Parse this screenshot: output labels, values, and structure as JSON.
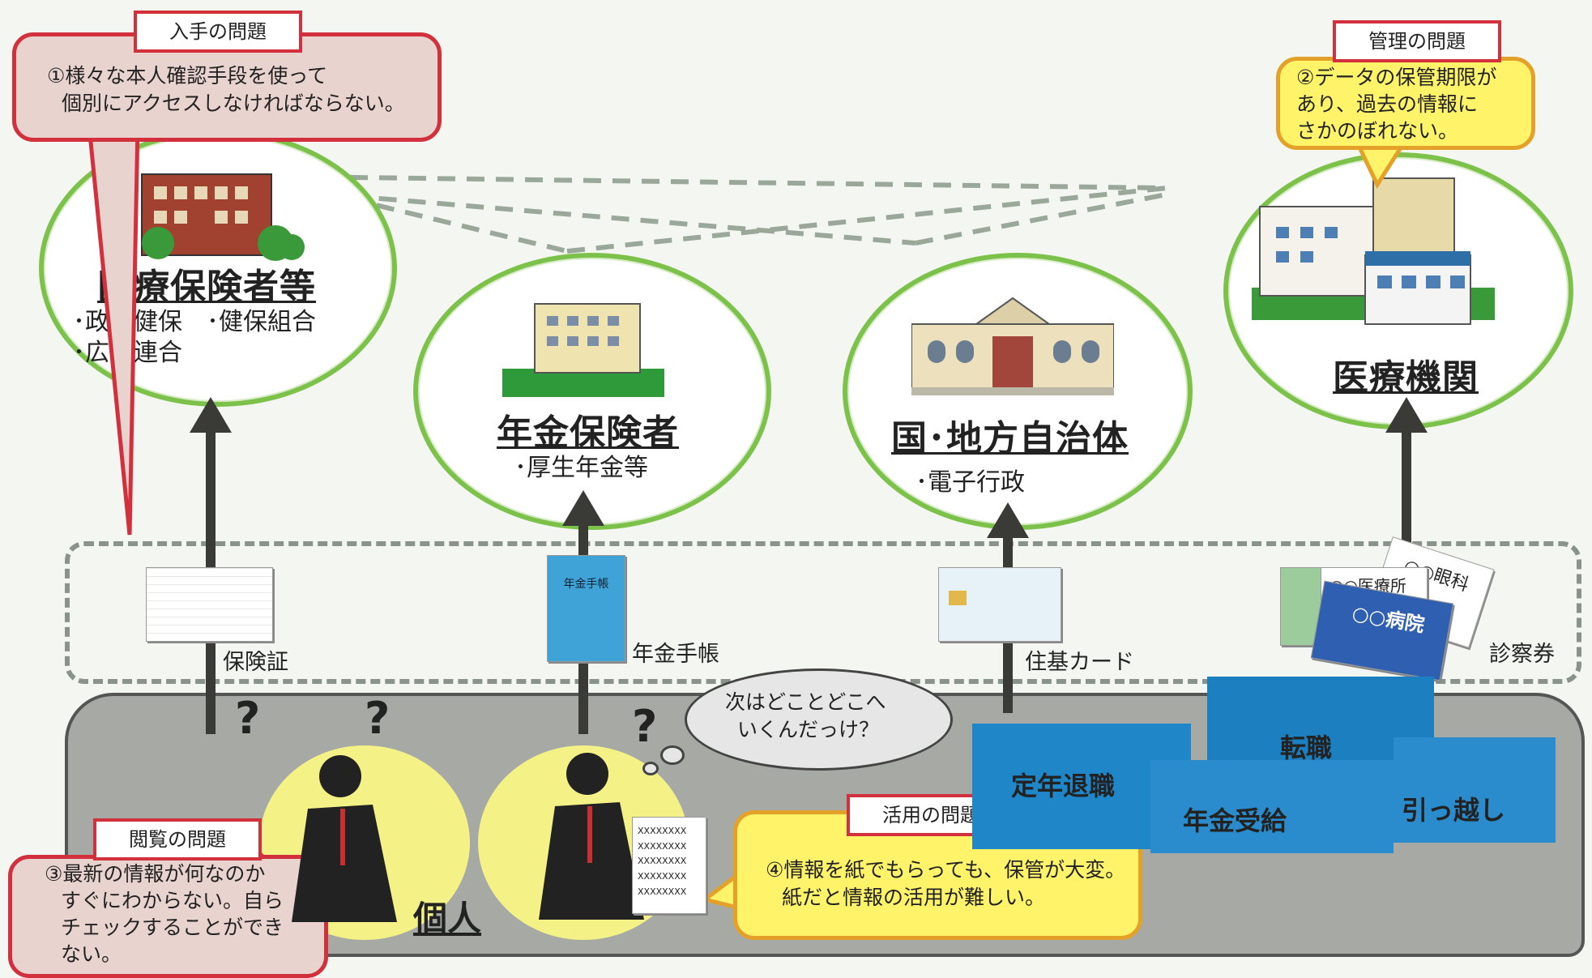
{
  "nodes": {
    "insurer": {
      "title": "医療保険者等",
      "sub1": "･政管健保　･健保組合",
      "sub2": "･広域連合"
    },
    "pension": {
      "title": "年金保険者",
      "sub1": "･厚生年金等"
    },
    "government": {
      "title": "国･地方自治体",
      "sub1": "･電子行政"
    },
    "medical": {
      "title": "医療機関"
    }
  },
  "issues": {
    "access": {
      "tag": "入手の問題",
      "line1": "①様々な本人確認手段を使って",
      "line2": "個別にアクセスしなければならない。"
    },
    "management": {
      "tag": "管理の問題",
      "line1": "②データの保管期限が",
      "line2": "あり、過去の情報に",
      "line3": "さかのぼれない。"
    },
    "viewing": {
      "tag": "閲覧の問題",
      "line1": "③最新の情報が何なのか",
      "line2": "すぐにわからない。自ら",
      "line3": "チェックすることができ",
      "line4": "ない。"
    },
    "usage": {
      "tag": "活用の問題",
      "line1": "④情報を紙でもらっても、保管が大変。",
      "line2": "紙だと情報の活用が難しい。"
    }
  },
  "documents": {
    "insurance_card": "保険証",
    "pension_book": "年金手帳",
    "pension_book_cover": "年金手帳",
    "resident_card": "住基カード",
    "patient_card": "診察券",
    "clinic_name": "○○眼科",
    "clinic2_name": "○○医療所",
    "hospital_name": "○○病院"
  },
  "individual": {
    "label": "個人",
    "thought_line1": "次はどことどこへ",
    "thought_line2": "いくんだっけ？",
    "question_mark": "?"
  },
  "events": {
    "retirement": "定年退職",
    "job_change": "転職",
    "pension_receipt": "年金受給",
    "moving": "引っ越し"
  },
  "paper_doc_text": "XXXXXXXX",
  "colors": {
    "node_border": "#7cc24a",
    "red_callout": "#d2303d",
    "gold_callout": "#e4a12a",
    "yellow_fill": "#fff36a",
    "event_blue": "#1f86c8",
    "arrow": "#3a3a36"
  }
}
